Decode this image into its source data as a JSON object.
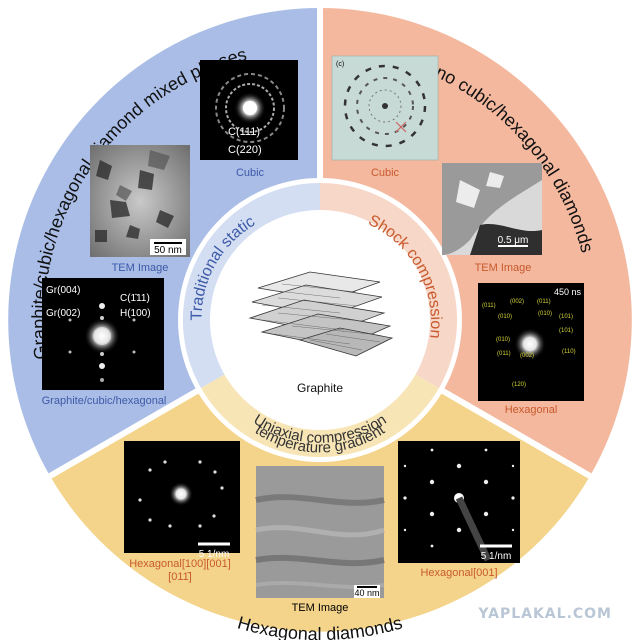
{
  "colors": {
    "blue_sector": "#a9bde6",
    "salmon_sector": "#f3b89e",
    "yellow_sector": "#f4d48a",
    "blue_inner": "#d3def2",
    "salmon_inner": "#f7d7c8",
    "yellow_inner": "#f7e5b6",
    "blue_label": "#3d5aa8",
    "salmon_label": "#c85a2e",
    "center_bg": "#ffffff"
  },
  "center": {
    "label": "Graphite"
  },
  "inner_ring": {
    "left": "Traditional static",
    "right": "Shock compression",
    "bottom_line1": "Uniaxial compression",
    "bottom_line2": "temperature gradient"
  },
  "outer_titles": {
    "left": "Graphite/cubic/hexagonal diamond mixed phases",
    "right": "Nano cubic/hexagonal diamonds",
    "bottom": "Hexagonal diamonds"
  },
  "blue_panels": {
    "cubic_caption": "Cubic",
    "cubic_labels": [
      "C(111)",
      "C(220)"
    ],
    "tem_caption": "TEM Image",
    "tem_scale": "50 nm",
    "mixed_caption": "Graphite/cubic/hexagonal",
    "mixed_labels": [
      "Gr(004)",
      "Gr(002)",
      "C(1̄11)",
      "H(100)"
    ]
  },
  "salmon_panels": {
    "cubic_caption": "Cubic",
    "cubic_tag": "(c)",
    "tem_caption": "TEM Image",
    "tem_scale": "0.5 μm",
    "hex_caption": "Hexagonal",
    "hex_time": "450 ns",
    "hex_labels": [
      "(011)",
      "(002)",
      "(011)",
      "(010)",
      "(010)",
      "(101)",
      "(101)",
      "(010)",
      "(002)",
      "(110)",
      "(011)",
      "(120)"
    ]
  },
  "yellow_panels": {
    "left_caption_line1": "Hexagonal[100][001]",
    "left_caption_line2": "[011̄]",
    "left_scale": "5 1/nm",
    "tem_caption": "TEM Image",
    "tem_scale": "40 nm",
    "right_caption": "Hexagonal[001]",
    "right_scale": "5 1/nm"
  },
  "watermark": "YAPLAKAL.COM"
}
